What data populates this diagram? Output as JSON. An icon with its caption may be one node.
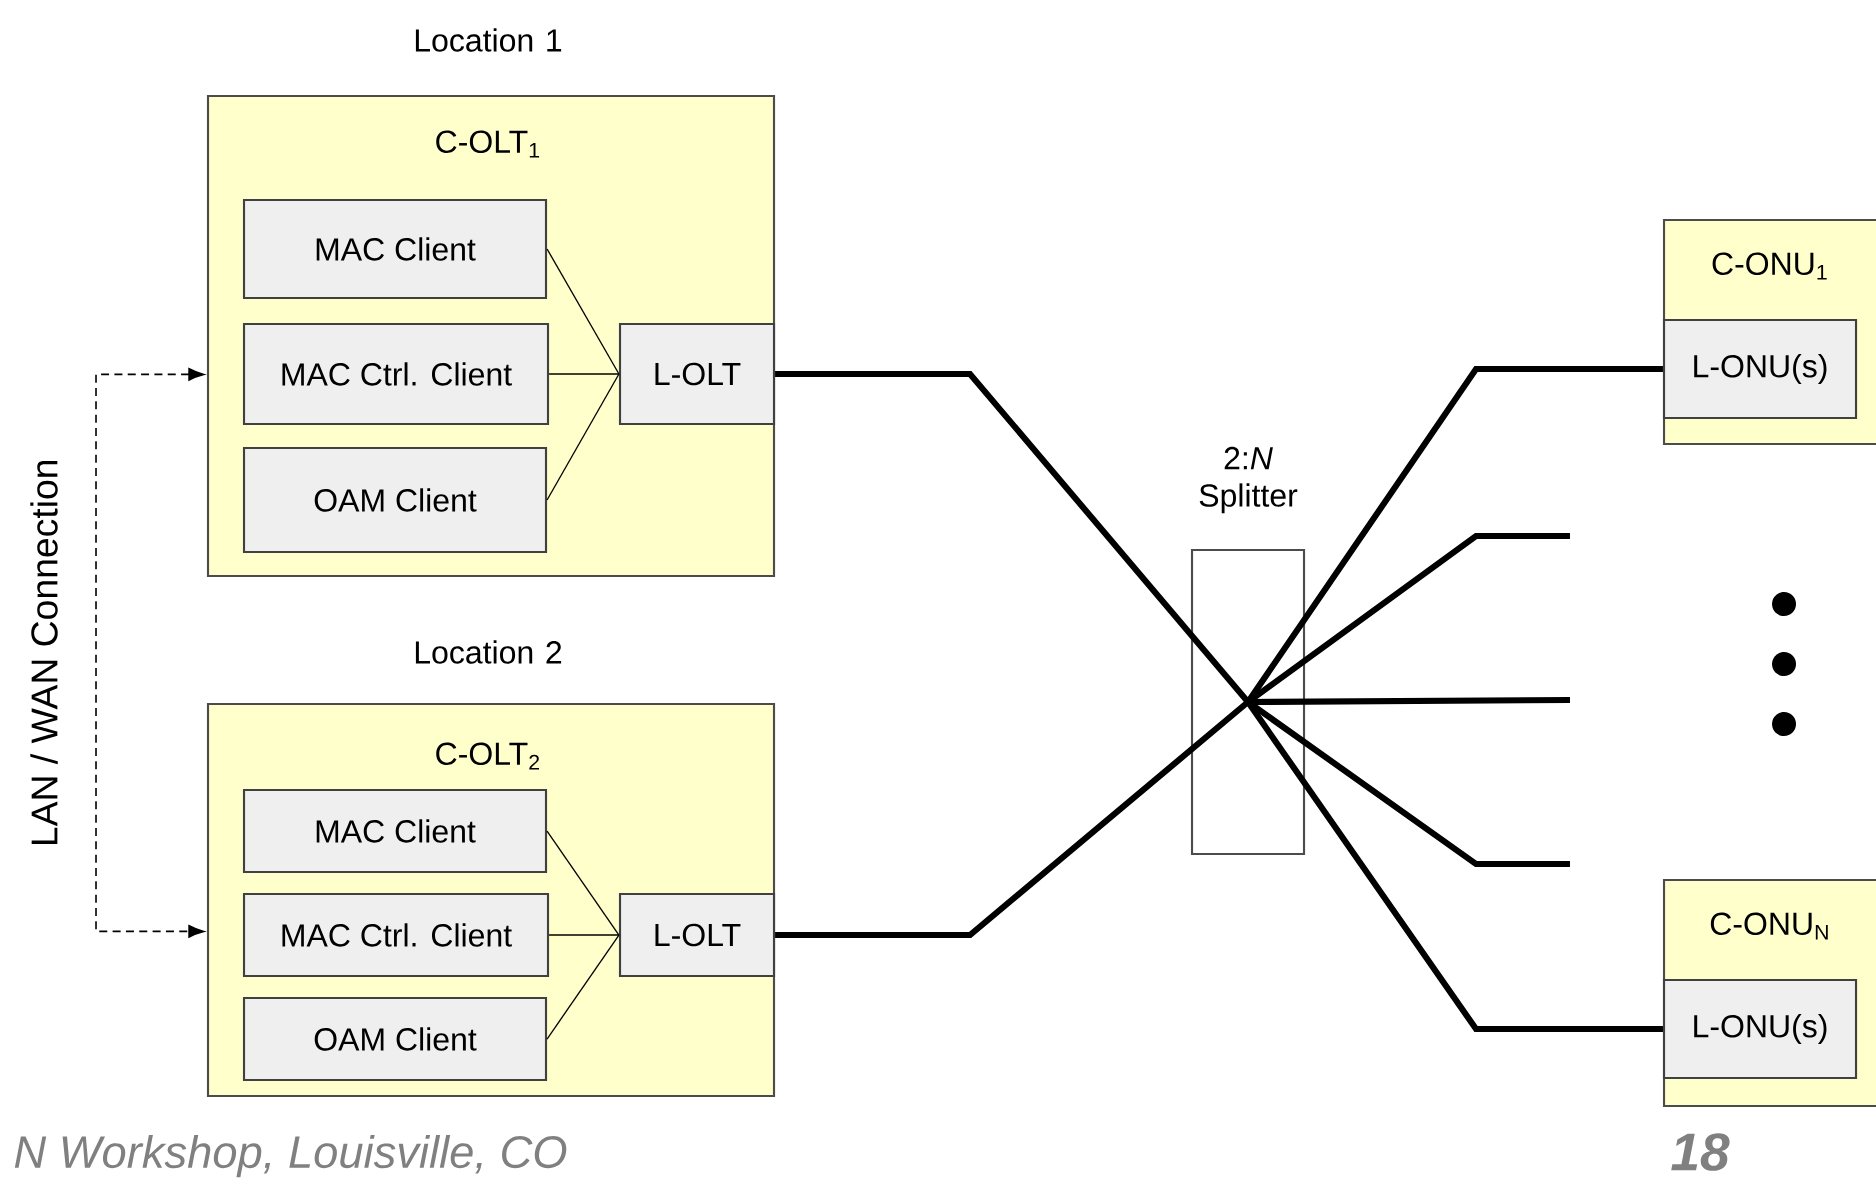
{
  "diagram": {
    "nodes": [
      {
        "text": [
          "Location 1",
          "C-OLT$_{1}$"
        ]
      },
      {
        "text": [
          "MAC Client"
        ],
        "in": 0
      },
      {
        "text": [
          "MAC Ctrl. Client"
        ],
        "in": 0
      },
      {
        "text": [
          "OAM Client"
        ],
        "in": 0
      },
      {
        "text": [
          "L-OLT"
        ],
        "in": 0
      },
      {
        "text": [
          "Location 2",
          "C-OLT$_{2}$"
        ]
      },
      {
        "text": [
          "MAC Client"
        ],
        "in": 5
      },
      {
        "text": [
          "MAC Ctrl. Client"
        ],
        "in": 5
      },
      {
        "text": [
          "OAM Client"
        ],
        "in": 5
      },
      {
        "text": [
          "L-OLT"
        ],
        "in": 5
      },
      {
        "text": [
          "2:*N* Splitter"
        ]
      },
      {
        "text": [
          "C-ONU$_{1}$"
        ]
      },
      {
        "text": [
          "L-ONU(s)"
        ],
        "in": 11
      },
      {
        "text": [
          "C-ONU$_{N}$"
        ]
      },
      {
        "text": [
          "L-ONU(s)"
        ],
        "in": 13
      }
    ],
    "edges": [
      {
        "from": 0,
        "to": 5,
        "arrow": "both",
        "style": "dashed",
        "label": "LAN / WAN Connection"
      },
      {
        "from": 1,
        "to": 4,
        "arrow": "none"
      },
      {
        "from": 2,
        "to": 4,
        "arrow": "none"
      },
      {
        "from": 3,
        "to": 4,
        "arrow": "none"
      },
      {
        "from": 6,
        "to": 9,
        "arrow": "none"
      },
      {
        "from": 7,
        "to": 9,
        "arrow": "none"
      },
      {
        "from": 8,
        "to": 9,
        "arrow": "none"
      },
      {
        "from": 4,
        "to": 10,
        "arrow": "none",
        "style": "thick"
      },
      {
        "from": 9,
        "to": 10,
        "arrow": "none",
        "style": "thick"
      },
      {
        "from": 10,
        "to": 12,
        "arrow": "none",
        "style": "thick"
      },
      {
        "from": 10,
        "to": null,
        "arrow": "none",
        "style": "thick"
      },
      {
        "from": 10,
        "to": null,
        "arrow": "none",
        "style": "thick"
      },
      {
        "from": 10,
        "to": null,
        "arrow": "none",
        "style": "thick"
      },
      {
        "from": 10,
        "to": 14,
        "arrow": "none",
        "style": "thick"
      }
    ],
    "labels": [
      "N Workshop, Louisville, CO",
      "18"
    ]
  }
}
